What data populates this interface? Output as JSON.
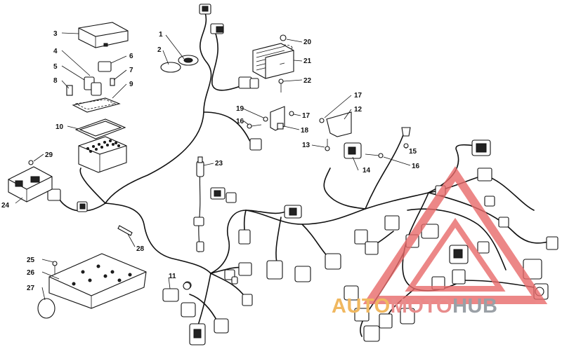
{
  "callouts": [
    {
      "id": "c1",
      "text": "1"
    },
    {
      "id": "c2",
      "text": "2"
    },
    {
      "id": "c3",
      "text": "3"
    },
    {
      "id": "c4",
      "text": "4"
    },
    {
      "id": "c5",
      "text": "5"
    },
    {
      "id": "c6",
      "text": "6"
    },
    {
      "id": "c7",
      "text": "7"
    },
    {
      "id": "c8",
      "text": "8"
    },
    {
      "id": "c9",
      "text": "9"
    },
    {
      "id": "c10",
      "text": "10"
    },
    {
      "id": "c11",
      "text": "11"
    },
    {
      "id": "c12",
      "text": "12"
    },
    {
      "id": "c13",
      "text": "13"
    },
    {
      "id": "c14",
      "text": "14"
    },
    {
      "id": "c15",
      "text": "15"
    },
    {
      "id": "c16a",
      "text": "16"
    },
    {
      "id": "c16b",
      "text": "16"
    },
    {
      "id": "c17a",
      "text": "17"
    },
    {
      "id": "c17b",
      "text": "17"
    },
    {
      "id": "c18",
      "text": "18"
    },
    {
      "id": "c19",
      "text": "19"
    },
    {
      "id": "c20",
      "text": "20"
    },
    {
      "id": "c21",
      "text": "21"
    },
    {
      "id": "c22",
      "text": "22"
    },
    {
      "id": "c23",
      "text": "23"
    },
    {
      "id": "c24",
      "text": "24"
    },
    {
      "id": "c25",
      "text": "25"
    },
    {
      "id": "c26",
      "text": "26"
    },
    {
      "id": "c27",
      "text": "27"
    },
    {
      "id": "c28",
      "text": "28"
    },
    {
      "id": "c29",
      "text": "29"
    }
  ],
  "watermark": {
    "part_a": "AUTO",
    "part_b": "MOTO",
    "part_c": "HUB",
    "color_a": "#f0b860",
    "color_b": "#e88c8c",
    "color_c": "#9aa0a6",
    "logo_color": "#e86a6a"
  }
}
